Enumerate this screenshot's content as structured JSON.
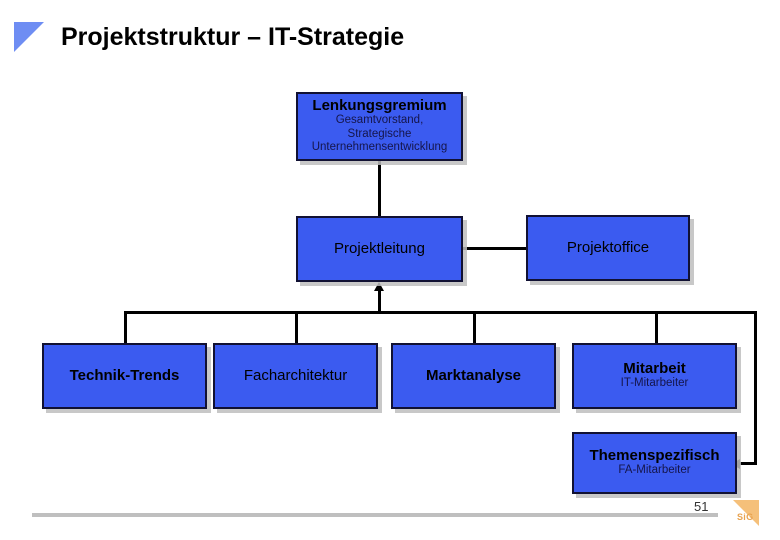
{
  "slide": {
    "title": "Projektstruktur – IT-Strategie",
    "bullet_icon": "triangle-bullet-icon",
    "page_number": "51",
    "logo_text": "SiG",
    "accent_color": "#3b5bf0",
    "logo_color": "#f5c07a",
    "title_bullet_color": "#6e8df3"
  },
  "nodes": {
    "steering": {
      "title": "Lenkungsgremium",
      "sub1": "Gesamtvorstand,",
      "sub2": "Strategische",
      "sub3": "Unternehmensentwicklung"
    },
    "project_lead": {
      "title": "Projektleitung"
    },
    "project_office": {
      "title": "Projektoffice"
    },
    "tech_trends": {
      "title": "Technik-Trends"
    },
    "specialist_arch": {
      "title": "Facharchitektur"
    },
    "market_analysis": {
      "title": "Marktanalyse"
    },
    "collaboration": {
      "title": "Mitarbeit",
      "sub": "IT-Mitarbeiter"
    },
    "topic_specific": {
      "title": "Themenspezifisch",
      "sub": "FA-Mitarbeiter"
    }
  }
}
